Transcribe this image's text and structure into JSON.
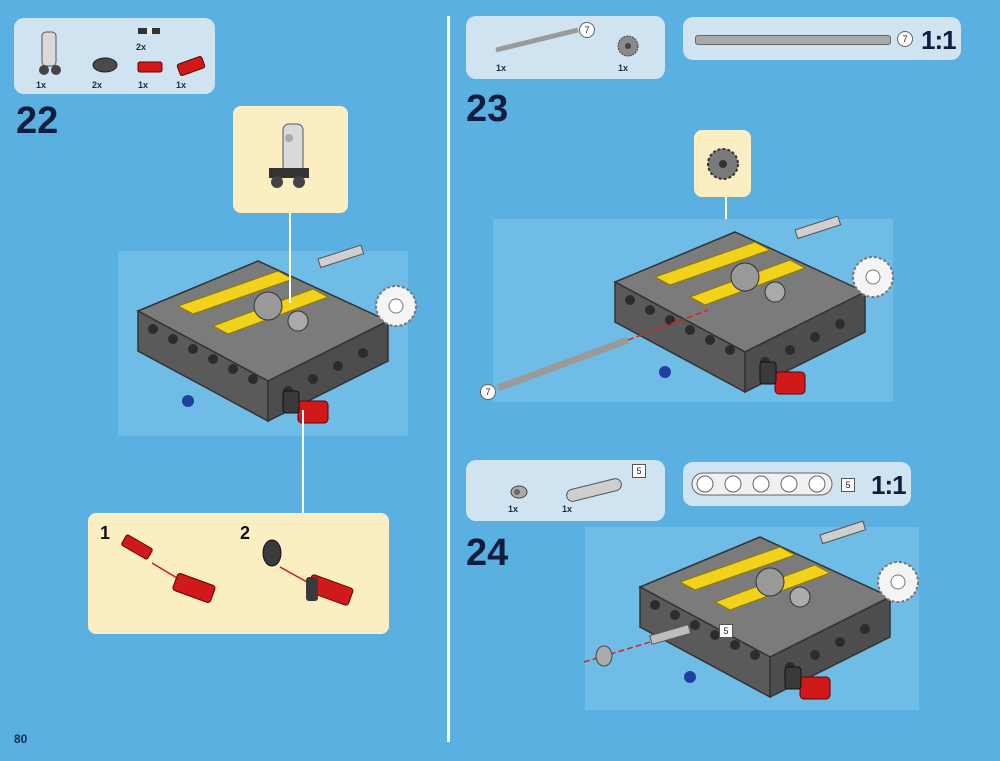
{
  "page": {
    "number": "80"
  },
  "step22": {
    "number": "22",
    "parts": [
      {
        "icon": "angle-connector-icon",
        "qty": "1x"
      },
      {
        "icon": "liftarm-connector-dark-icon",
        "qty": "2x"
      },
      {
        "icon": "axle-pin-black-icon",
        "qty": "2x"
      },
      {
        "icon": "red-connector-icon",
        "qty": "1x"
      },
      {
        "icon": "red-axle-connector-icon",
        "qty": "1x"
      }
    ],
    "substeps": [
      {
        "label": "1"
      },
      {
        "label": "2"
      }
    ]
  },
  "step23": {
    "number": "23",
    "parts": [
      {
        "icon": "axle-icon",
        "qty": "1x",
        "length": "7"
      },
      {
        "icon": "gear-icon",
        "qty": "1x"
      }
    ],
    "scale_label": "1:1",
    "scale_length": "7",
    "axle_marker": "7"
  },
  "step24": {
    "number": "24",
    "parts": [
      {
        "icon": "bush-icon",
        "qty": "1x"
      },
      {
        "icon": "beam-icon",
        "qty": "1x",
        "length": "5"
      }
    ],
    "scale_label": "1:1",
    "scale_length": "5",
    "beam_marker": "5"
  },
  "colors": {
    "background": "#5ab0e0",
    "callout": "#cfe3f1",
    "submodel": "#fbeec2",
    "brick_dark": "#5e5e5e",
    "brick_yellow": "#f2d21a",
    "brick_red": "#d01a1a"
  }
}
